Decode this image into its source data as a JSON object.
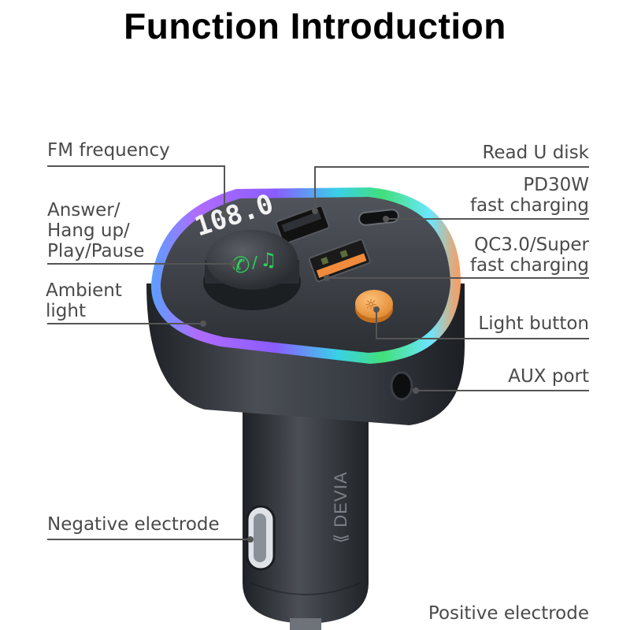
{
  "title": "Function Introduction",
  "device": {
    "brand": "DEVIA",
    "display_digits": "108.0",
    "colors": {
      "body": "#2f3236",
      "body_light": "#4a4e54",
      "button_orange": "#f2a04a",
      "icon_green": "#2ed05a",
      "leader_line": "#555555",
      "label_text": "#4a4a4a"
    }
  },
  "labels": {
    "fm_frequency": "FM frequency",
    "answer": [
      "Answer/",
      "Hang up/",
      "Play/Pause"
    ],
    "ambient": [
      "Ambient",
      "light"
    ],
    "read_u_disk": "Read U disk",
    "pd30w": [
      "PD30W",
      "fast charging"
    ],
    "qc30": [
      "QC3.0/Super",
      "fast charging"
    ],
    "light_button": "Light button",
    "aux_port": "AUX port",
    "negative": "Negative electrode",
    "positive": "Positive electrode"
  }
}
